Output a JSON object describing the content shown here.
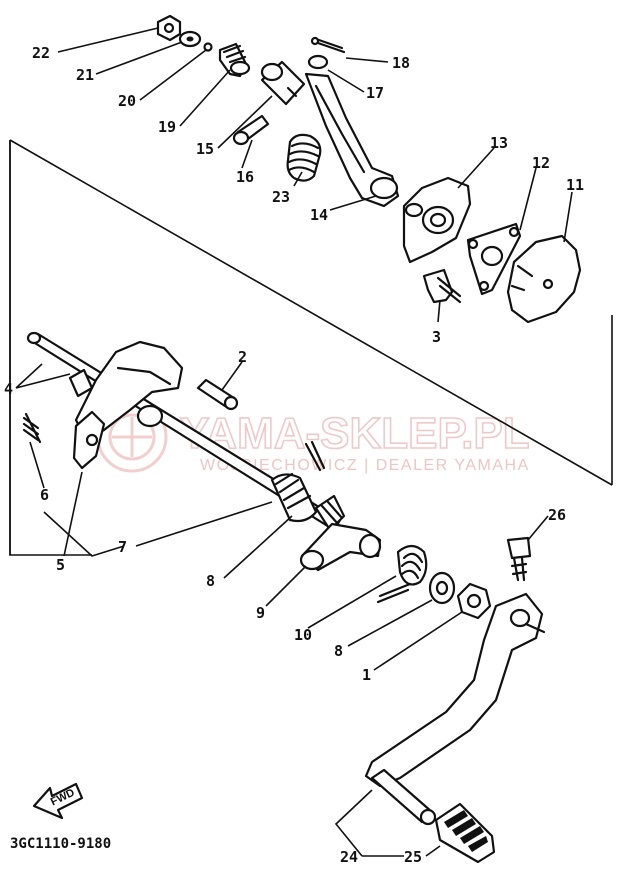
{
  "callouts": {
    "c1": "1",
    "c2": "2",
    "c3": "3",
    "c4": "4",
    "c5": "5",
    "c6": "6",
    "c7": "7",
    "c8a": "8",
    "c8b": "8",
    "c9": "9",
    "c10": "10",
    "c11": "11",
    "c12": "12",
    "c13": "13",
    "c14": "14",
    "c15": "15",
    "c16": "16",
    "c17": "17",
    "c18": "18",
    "c19": "19",
    "c20": "20",
    "c21": "21",
    "c22": "22",
    "c23": "23",
    "c24": "24",
    "c25": "25",
    "c26": "26"
  },
  "watermark": {
    "title": "YAMA-SKLEP.PL",
    "subtitle": "WOJCIECHOWICZ | DEALER YAMAHA"
  },
  "fwd_label": "FWD",
  "drawing_code": "3GC1110-9180",
  "colors": {
    "line": "#111111",
    "watermark": "#e9b8b8"
  }
}
